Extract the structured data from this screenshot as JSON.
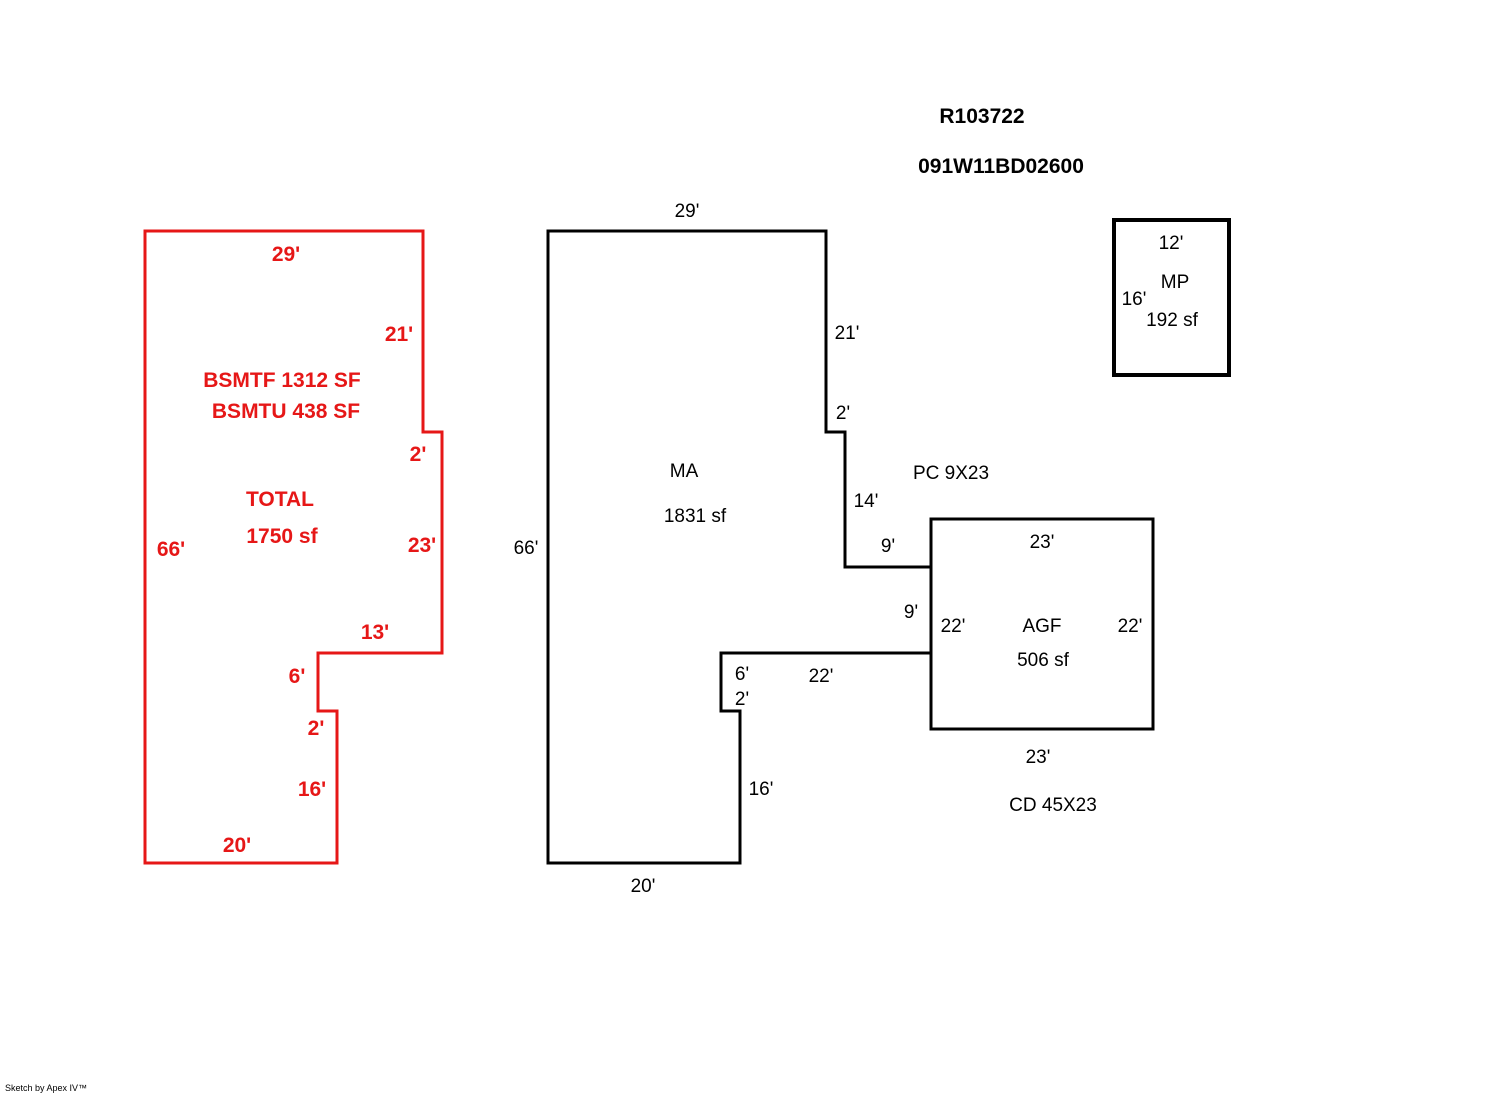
{
  "header": {
    "parcel_id": "R103722",
    "map_tax_lot": "091W11BD02600"
  },
  "colors": {
    "basement": "#e61717",
    "main": "#000000"
  },
  "basement": {
    "line1": "BSMTF  1312 SF",
    "line2": "BSMTU  438 SF",
    "total_label": "TOTAL",
    "total_value": "1750 sf",
    "dims": {
      "top": "29'",
      "right_upper": "21'",
      "step_jog": "2'",
      "right_mid": "23'",
      "ledge": "13'",
      "notch_vertical": "6'",
      "notch_jog": "2'",
      "right_lower": "16'",
      "bottom": "20'",
      "left": "66'"
    }
  },
  "main_area": {
    "label": "MA",
    "area": "1831 sf",
    "dims": {
      "top": "29'",
      "right_upper": "21'",
      "step_jog": "2'",
      "right_mid": "14'",
      "porch_edge": "9'",
      "connector": "9'",
      "ledge": "22'",
      "notch_vertical": "6'",
      "notch_jog": "2'",
      "right_lower": "16'",
      "bottom": "20'",
      "left": "66'"
    }
  },
  "porch": {
    "label": "PC 9X23"
  },
  "garage": {
    "label": "AGF",
    "area": "506 sf",
    "dims": {
      "top": "23'",
      "bottom": "23'",
      "left": "22'",
      "right": "22'"
    }
  },
  "deck": {
    "label": "CD  45X23"
  },
  "mp": {
    "label": "MP",
    "area": "192 sf",
    "dims": {
      "top": "12'",
      "left": "16'"
    }
  },
  "footer": {
    "credit": "Sketch by Apex IV™"
  }
}
